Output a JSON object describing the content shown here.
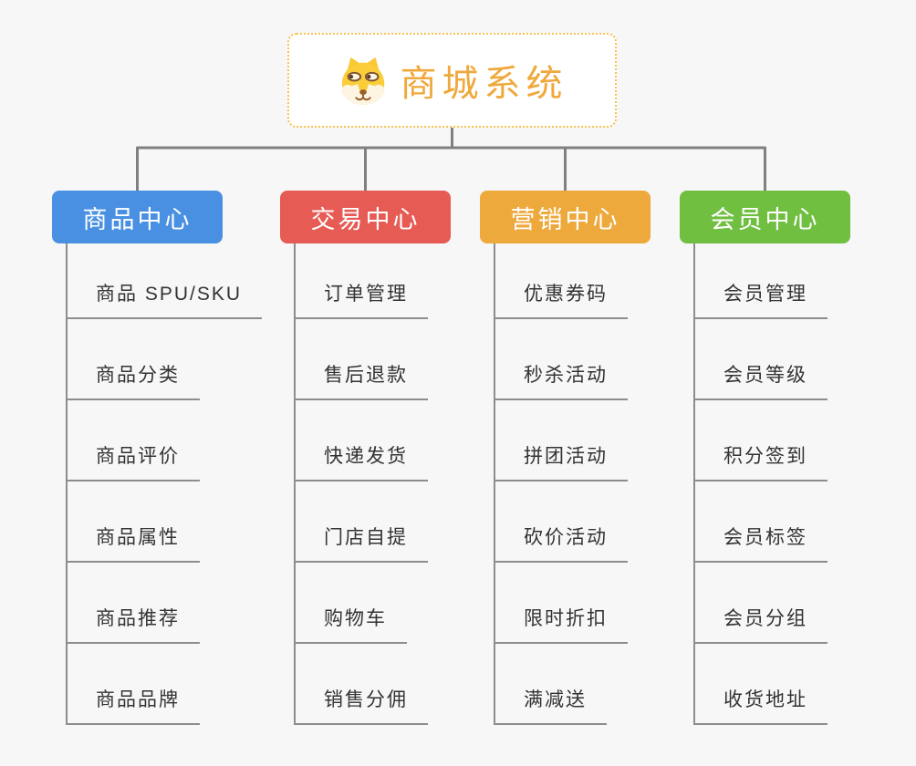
{
  "root": {
    "title": "商城系统",
    "icon": "shiba-dog-face",
    "title_color": "#efa83b",
    "border_color": "#f6c14f"
  },
  "connector_color": "#808080",
  "underline_color": "#8d8d8d",
  "background_color": "#f7f7f7",
  "branches": [
    {
      "id": "product-center",
      "label": "商品中心",
      "color": "#4a90e2",
      "items": [
        "商品 SPU/SKU",
        "商品分类",
        "商品评价",
        "商品属性",
        "商品推荐",
        "商品品牌"
      ]
    },
    {
      "id": "trade-center",
      "label": "交易中心",
      "color": "#e65c55",
      "items": [
        "订单管理",
        "售后退款",
        "快递发货",
        "门店自提",
        "购物车",
        "销售分佣"
      ]
    },
    {
      "id": "marketing-center",
      "label": "营销中心",
      "color": "#eea93d",
      "items": [
        "优惠券码",
        "秒杀活动",
        "拼团活动",
        "砍价活动",
        "限时折扣",
        "满减送"
      ]
    },
    {
      "id": "member-center",
      "label": "会员中心",
      "color": "#70bf41",
      "items": [
        "会员管理",
        "会员等级",
        "积分签到",
        "会员标签",
        "会员分组",
        "收货地址"
      ]
    }
  ]
}
